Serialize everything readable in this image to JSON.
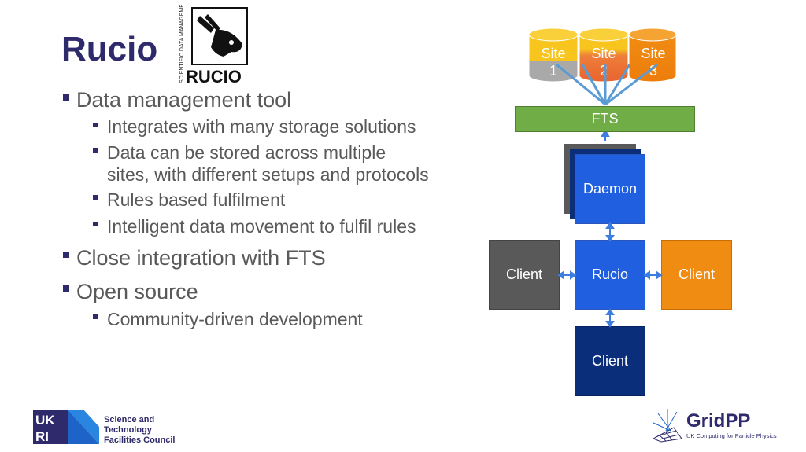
{
  "slide": {
    "title": "Rucio",
    "logo_text": "RUCIO",
    "logo_tagline": "SCIENTIFIC DATA MANAGEMENT",
    "bullets": [
      {
        "level": 1,
        "text": "Data management tool"
      },
      {
        "level": 2,
        "text": "Integrates with many storage solutions"
      },
      {
        "level": 2,
        "text": "Data can be stored across multiple"
      },
      {
        "level": 2,
        "text": "sites, with different setups and protocols"
      },
      {
        "level": 2,
        "text": "Rules based fulfilment"
      },
      {
        "level": 2,
        "text": "Intelligent data movement to fulfil rules"
      },
      {
        "level": 1,
        "text": "Close integration with FTS"
      },
      {
        "level": 1,
        "text": "Open source"
      },
      {
        "level": 2,
        "text": "Community-driven development"
      }
    ]
  },
  "diagram": {
    "sites": [
      {
        "name": "Site",
        "number": "1",
        "color": "#f5c242"
      },
      {
        "name": "Site",
        "number": "2",
        "color": "#f0ad3c"
      },
      {
        "name": "Site",
        "number": "3",
        "color": "#ef8a14"
      }
    ],
    "fts": "FTS",
    "daemon": "Daemon",
    "rucio": "Rucio",
    "clients": {
      "left": "Client",
      "right": "Client",
      "bottom": "Client"
    },
    "colors": {
      "fts": "#70ad47",
      "blue": "#1f5fe0",
      "navy": "#0a2e7a",
      "gray": "#595959",
      "orange": "#f08c12",
      "arrow": "#3c7de0"
    }
  },
  "footer": {
    "ukri": "UK RI",
    "stfc": [
      "Science and",
      "Technology",
      "Facilities Council"
    ],
    "gridpp": "GridPP",
    "gridpp_tag": "UK Computing for Particle Physics"
  }
}
